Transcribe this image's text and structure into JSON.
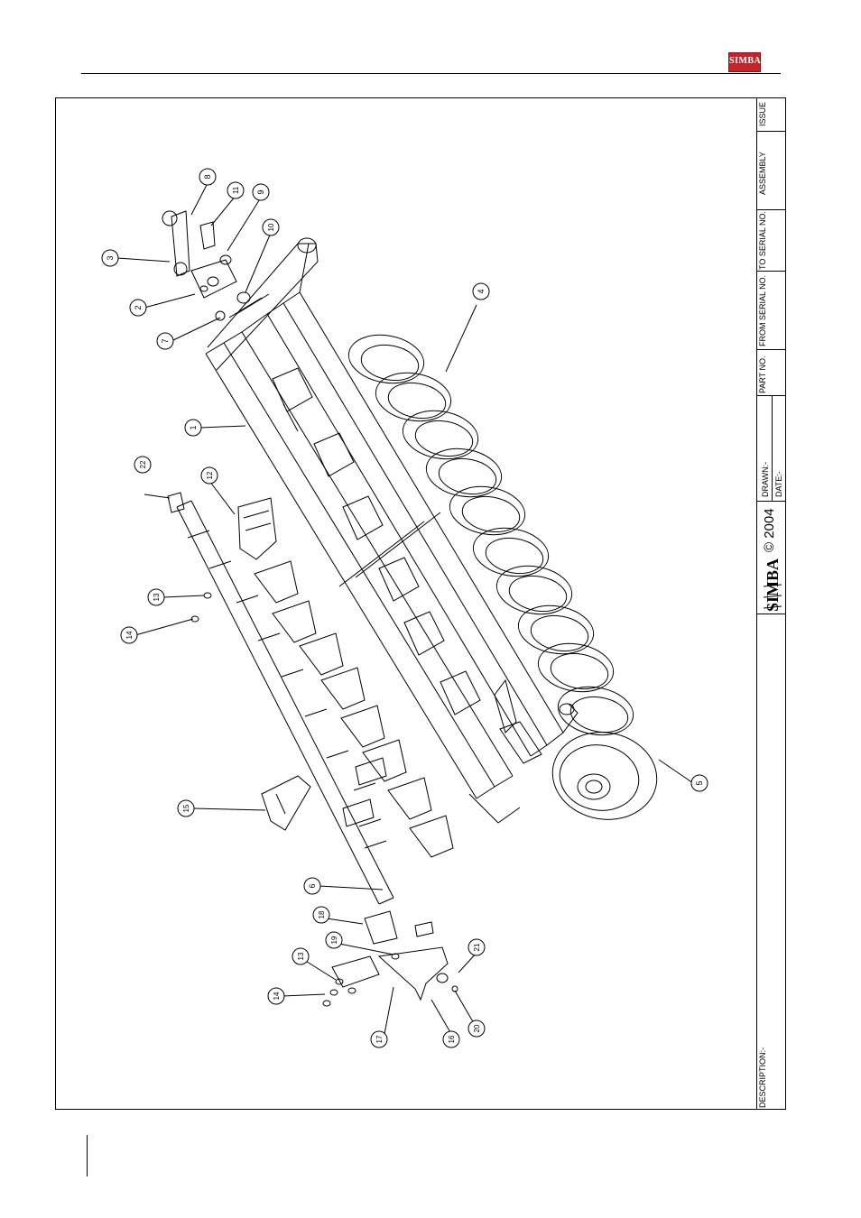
{
  "header": {
    "logo_text": "SIMBA"
  },
  "title_block": {
    "issue": "ISSUE",
    "assembly": "ASSEMBLY",
    "to_serial": "TO SERIAL NO.",
    "from_serial": "FROM SERIAL NO.",
    "part_no": "PART NO.",
    "drawn": "DRAWN:-",
    "date": "DATE:-",
    "brand": "SIMBA",
    "copyright": "© 2004",
    "description": "DESCRIPTION:-"
  },
  "callouts": {
    "c1": "1",
    "c2": "2",
    "c3": "3",
    "c4": "4",
    "c5": "5",
    "c6": "6",
    "c7": "7",
    "c8": "8",
    "c9": "9",
    "c10": "10",
    "c11": "11",
    "c12": "12",
    "c13a": "13",
    "c14a": "14",
    "c15": "15",
    "c16": "16",
    "c17": "17",
    "c18": "18",
    "c19": "19",
    "c13b": "13",
    "c14b": "14",
    "c20": "20",
    "c21": "21",
    "c22": "22"
  }
}
